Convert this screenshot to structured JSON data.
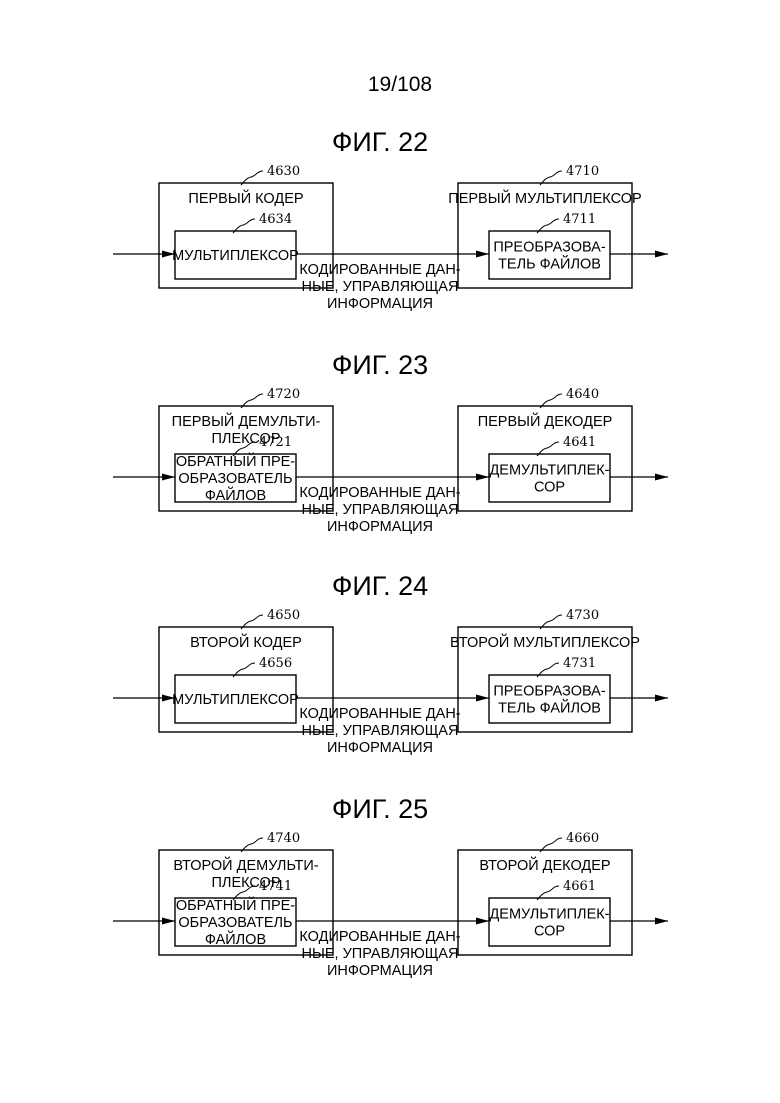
{
  "page_number": "19/108",
  "figures": [
    {
      "title": "ФИГ. 22",
      "left": {
        "ref": "4630",
        "lines": [
          "ПЕРВЫЙ КОДЕР"
        ],
        "inner_ref": "4634",
        "inner_lines": [
          "МУЛЬТИПЛЕКСОР"
        ]
      },
      "right": {
        "ref": "4710",
        "lines": [
          "ПЕРВЫЙ МУЛЬТИПЛЕКСОР"
        ],
        "inner_ref": "4711",
        "inner_lines": [
          "ПРЕОБРАЗОВА-",
          "ТЕЛЬ ФАЙЛОВ"
        ]
      },
      "link_lines": [
        "КОДИРОВАННЫЕ ДАН-",
        "НЫЕ, УПРАВЛЯЮЩАЯ",
        "ИНФОРМАЦИЯ"
      ]
    },
    {
      "title": "ФИГ. 23",
      "left": {
        "ref": "4720",
        "lines": [
          "ПЕРВЫЙ ДЕМУЛЬТИ-",
          "ПЛЕКСОР"
        ],
        "inner_ref": "4721",
        "inner_lines": [
          "ОБРАТНЫЙ ПРЕ-",
          "ОБРАЗОВАТЕЛЬ",
          "ФАЙЛОВ"
        ]
      },
      "right": {
        "ref": "4640",
        "lines": [
          "ПЕРВЫЙ ДЕКОДЕР"
        ],
        "inner_ref": "4641",
        "inner_lines": [
          "ДЕМУЛЬТИПЛЕК-",
          "СОР"
        ]
      },
      "link_lines": [
        "КОДИРОВАННЫЕ ДАН-",
        "НЫЕ, УПРАВЛЯЮЩАЯ",
        "ИНФОРМАЦИЯ"
      ]
    },
    {
      "title": "ФИГ. 24",
      "left": {
        "ref": "4650",
        "lines": [
          "ВТОРОЙ КОДЕР"
        ],
        "inner_ref": "4656",
        "inner_lines": [
          "МУЛЬТИПЛЕКСОР"
        ]
      },
      "right": {
        "ref": "4730",
        "lines": [
          "ВТОРОЙ МУЛЬТИПЛЕКСОР"
        ],
        "inner_ref": "4731",
        "inner_lines": [
          "ПРЕОБРАЗОВА-",
          "ТЕЛЬ ФАЙЛОВ"
        ]
      },
      "link_lines": [
        "КОДИРОВАННЫЕ ДАН-",
        "НЫЕ, УПРАВЛЯЮЩАЯ",
        "ИНФОРМАЦИЯ"
      ]
    },
    {
      "title": "ФИГ. 25",
      "left": {
        "ref": "4740",
        "lines": [
          "ВТОРОЙ ДЕМУЛЬТИ-",
          "ПЛЕКСОР"
        ],
        "inner_ref": "4741",
        "inner_lines": [
          "ОБРАТНЫЙ ПРЕ-",
          "ОБРАЗОВАТЕЛЬ",
          "ФАЙЛОВ"
        ]
      },
      "right": {
        "ref": "4660",
        "lines": [
          "ВТОРОЙ ДЕКОДЕР"
        ],
        "inner_ref": "4661",
        "inner_lines": [
          "ДЕМУЛЬТИПЛЕК-",
          "СОР"
        ]
      },
      "link_lines": [
        "КОДИРОВАННЫЕ ДАН-",
        "НЫЕ, УПРАВЛЯЮЩАЯ",
        "ИНФОРМАЦИЯ"
      ]
    }
  ]
}
